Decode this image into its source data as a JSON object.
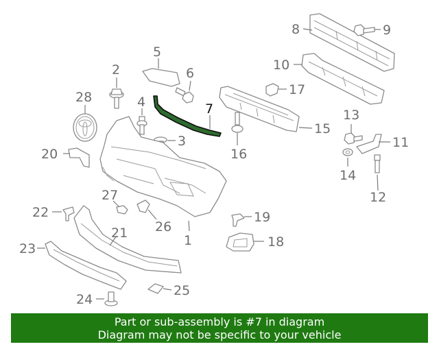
{
  "callouts": [
    {
      "id": "c1",
      "label": "1"
    },
    {
      "id": "c2",
      "label": "2"
    },
    {
      "id": "c3",
      "label": "3"
    },
    {
      "id": "c4",
      "label": "4"
    },
    {
      "id": "c5",
      "label": "5"
    },
    {
      "id": "c6",
      "label": "6"
    },
    {
      "id": "c7",
      "label": "7",
      "highlighted": true
    },
    {
      "id": "c8",
      "label": "8"
    },
    {
      "id": "c9",
      "label": "9"
    },
    {
      "id": "c10",
      "label": "10"
    },
    {
      "id": "c11",
      "label": "11"
    },
    {
      "id": "c12",
      "label": "12"
    },
    {
      "id": "c13",
      "label": "13"
    },
    {
      "id": "c14",
      "label": "14"
    },
    {
      "id": "c15",
      "label": "15"
    },
    {
      "id": "c16",
      "label": "16"
    },
    {
      "id": "c17",
      "label": "17"
    },
    {
      "id": "c18",
      "label": "18"
    },
    {
      "id": "c19",
      "label": "19"
    },
    {
      "id": "c20",
      "label": "20"
    },
    {
      "id": "c21",
      "label": "21"
    },
    {
      "id": "c22",
      "label": "22"
    },
    {
      "id": "c23",
      "label": "23"
    },
    {
      "id": "c24",
      "label": "24"
    },
    {
      "id": "c25",
      "label": "25"
    },
    {
      "id": "c26",
      "label": "26"
    },
    {
      "id": "c27",
      "label": "27"
    },
    {
      "id": "c28",
      "label": "28"
    }
  ],
  "banner": {
    "line1": "Part or sub-assembly is #7 in diagram",
    "line2": "Diagram may not be specific to your vehicle",
    "color": "#1f7a12"
  },
  "colors": {
    "highlight_part": "#2e6b2e",
    "line_art": "#8a8a8a"
  }
}
